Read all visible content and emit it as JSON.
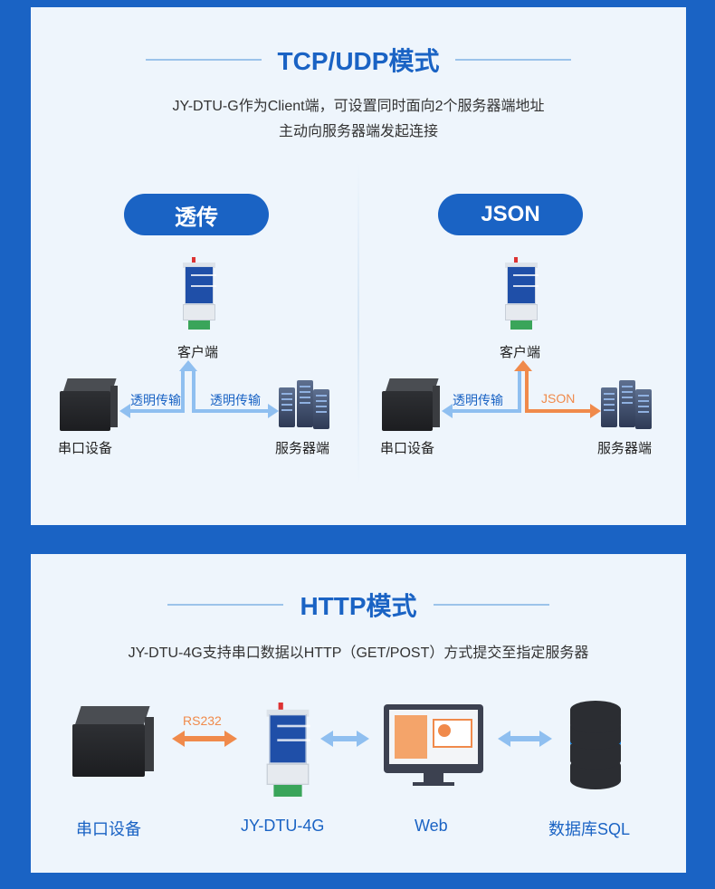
{
  "tcp": {
    "title": "TCP/UDP模式",
    "desc_line1": "JY-DTU-G作为Client端，可设置同时面向2个服务器端地址",
    "desc_line2": "主动向服务器端发起连接",
    "left": {
      "pill": "透传",
      "client": "客户端",
      "serial": "串口设备",
      "server": "服务器端",
      "arrow_left": "透明传输",
      "arrow_right": "透明传输"
    },
    "right": {
      "pill": "JSON",
      "client": "客户端",
      "serial": "串口设备",
      "server": "服务器端",
      "arrow_left": "透明传输",
      "arrow_right": "JSON"
    }
  },
  "http": {
    "title": "HTTP模式",
    "desc": "JY-DTU-4G支持串口数据以HTTP（GET/POST）方式提交至指定服务器",
    "rs232": "RS232",
    "nodes": [
      "串口设备",
      "JY-DTU-4G",
      "Web",
      "数据库SQL"
    ]
  },
  "colors": {
    "brand_blue": "#1a63c4",
    "arrow_blue": "#8fbff0",
    "arrow_orange": "#f08a4b"
  }
}
